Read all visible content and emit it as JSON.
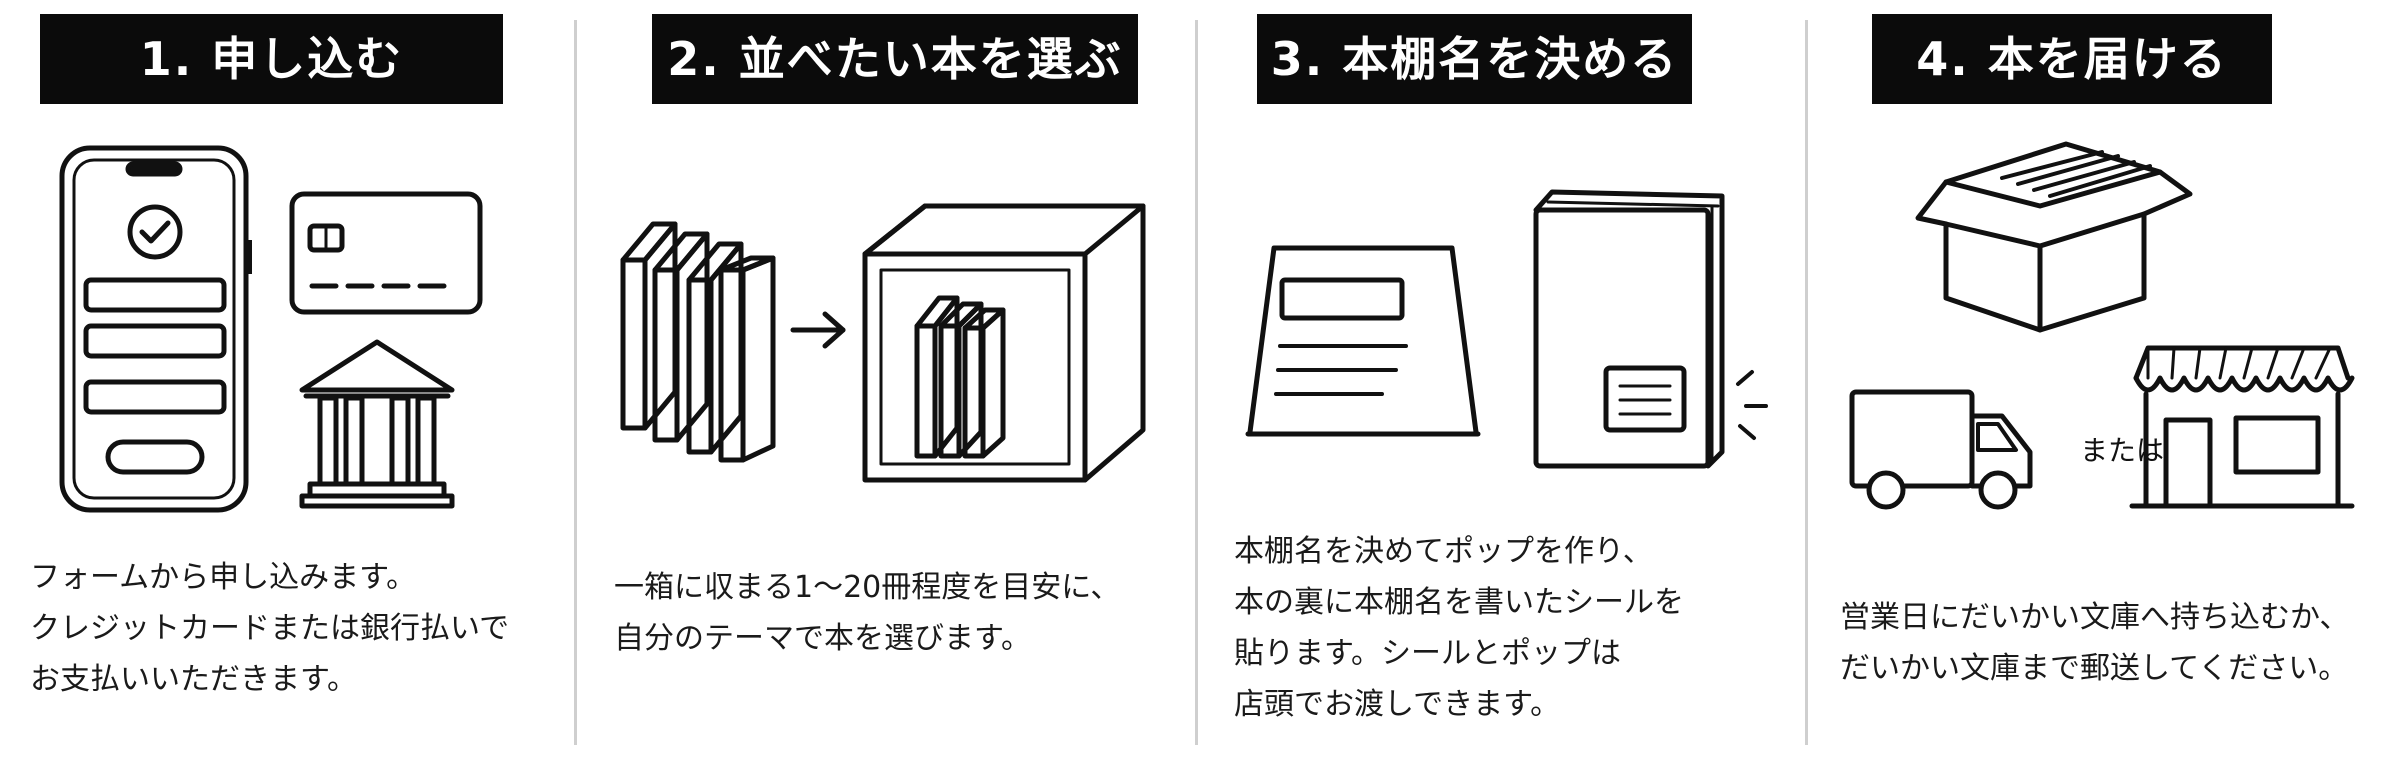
{
  "steps": [
    {
      "title": "1. 申し込む",
      "description": [
        "フォームから申し込みます。",
        "クレジットカードまたは銀行払いで",
        "お支払いいただきます。"
      ],
      "icons": [
        "smartphone-form-icon",
        "credit-card-icon",
        "bank-icon"
      ]
    },
    {
      "title": "2. 並べたい本を選ぶ",
      "description": [
        "一箱に収まる1～20冊程度を目安に、",
        "自分のテーマで本を選びます。"
      ],
      "icons": [
        "books-icon",
        "arrow-right-icon",
        "bookshelf-box-icon"
      ]
    },
    {
      "title": "3. 本棚名を決める",
      "description": [
        "本棚名を決めてポップを作り、",
        "本の裏に本棚名を書いたシールを",
        "貼ります。シールとポップは",
        "店頭でお渡しできます。"
      ],
      "icons": [
        "pop-stand-icon",
        "book-with-sticker-icon"
      ]
    },
    {
      "title": "4. 本を届ける",
      "description": [
        "営業日にだいかい文庫へ持ち込むか、",
        "だいかい文庫まで郵送してください。"
      ],
      "icons": [
        "cardboard-box-icon",
        "delivery-truck-icon",
        "storefront-icon"
      ],
      "or_label": "または"
    }
  ],
  "colors": {
    "title_bg": "#0b0b0b",
    "title_text": "#ffffff",
    "divider": "#cfcfcf",
    "line": "#111111"
  }
}
